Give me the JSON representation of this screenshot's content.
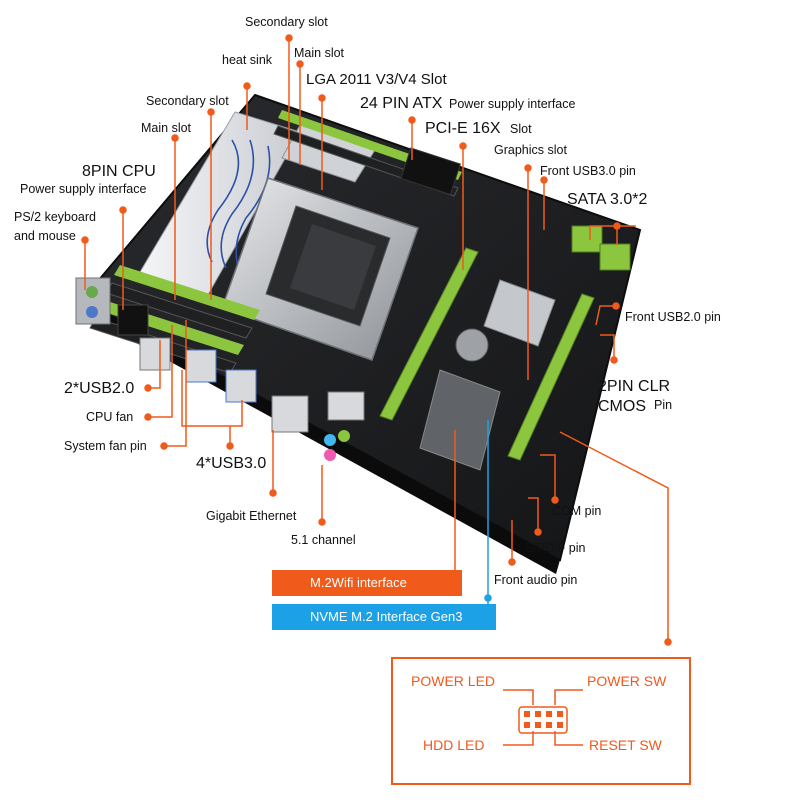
{
  "labels": {
    "secondary_slot_top": "Secondary slot",
    "main_slot_top": "Main slot",
    "heat_sink": "heat sink",
    "lga_slot": "LGA 2011 V3/V4 Slot",
    "atx_24pin": "24 PIN ATX",
    "atx_power_interface": "Power supply interface",
    "secondary_slot_left": "Secondary slot",
    "pcie_16x": "PCI-E 16X",
    "pcie_slot_word": "Slot",
    "main_slot_left": "Main slot",
    "graphics_slot": "Graphics slot",
    "cpu_8pin": "8PIN CPU",
    "cpu_power_interface": "Power supply interface",
    "front_usb3_pin": "Front USB3.0 pin",
    "sata": "SATA 3.0*2",
    "ps2_line1": "PS/2 keyboard",
    "ps2_line2": "and mouse",
    "front_usb2_pin": "Front USB2.0 pin",
    "clr_cmos_line1": "2PIN CLR",
    "clr_cmos_line2": "CMOS",
    "clr_cmos_pin": "Pin",
    "usb2_rear": "2*USB2.0",
    "cpu_fan": "CPU fan",
    "system_fan": "System fan pin",
    "usb3_rear": "4*USB3.0",
    "gigabit_ethernet": "Gigabit Ethernet",
    "audio_channel": "5.1 channel",
    "com_pin": "COM pin",
    "spdif_pin": "S/PDIF pin",
    "front_audio_pin": "Front audio pin"
  },
  "interfaces": {
    "m2_wifi": "M.2Wifi  interface",
    "nvme_m2": "NVME M.2 Interface Gen3"
  },
  "front_panel": {
    "power_led": "POWER LED",
    "power_sw": "POWER SW",
    "hdd_led": "HDD  LED",
    "reset_sw": "RESET SW"
  },
  "colors": {
    "accent_orange": "#f05a1a",
    "nvme_blue": "#1da1e6",
    "slot_green": "#8cc63f",
    "pcb_black": "#1c1d1f"
  }
}
